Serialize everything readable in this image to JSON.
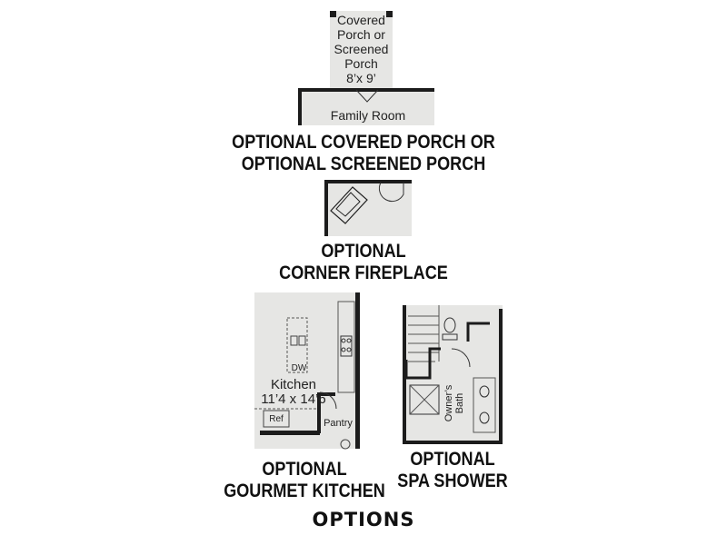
{
  "porch": {
    "room_label_lines": [
      "Covered",
      "Porch or",
      "Screened",
      "Porch",
      "8’x 9’"
    ],
    "adjacent_room": "Family Room",
    "caption_lines": [
      "OPTIONAL COVERED PORCH OR",
      "OPTIONAL SCREENED PORCH"
    ]
  },
  "fireplace": {
    "caption_lines": [
      "OPTIONAL",
      "CORNER FIREPLACE"
    ]
  },
  "kitchen": {
    "room_name": "Kitchen",
    "room_size": "11’4 x 14’6",
    "dw_label": "DW",
    "ref_label": "Ref",
    "pantry_label": "Pantry",
    "caption_lines": [
      "OPTIONAL",
      "GOURMET KITCHEN"
    ]
  },
  "shower": {
    "room_label_lines": [
      "Owner’s",
      "Bath"
    ],
    "caption_lines": [
      "OPTIONAL",
      "SPA SHOWER"
    ]
  },
  "footer": {
    "title": "OPTIONS"
  }
}
